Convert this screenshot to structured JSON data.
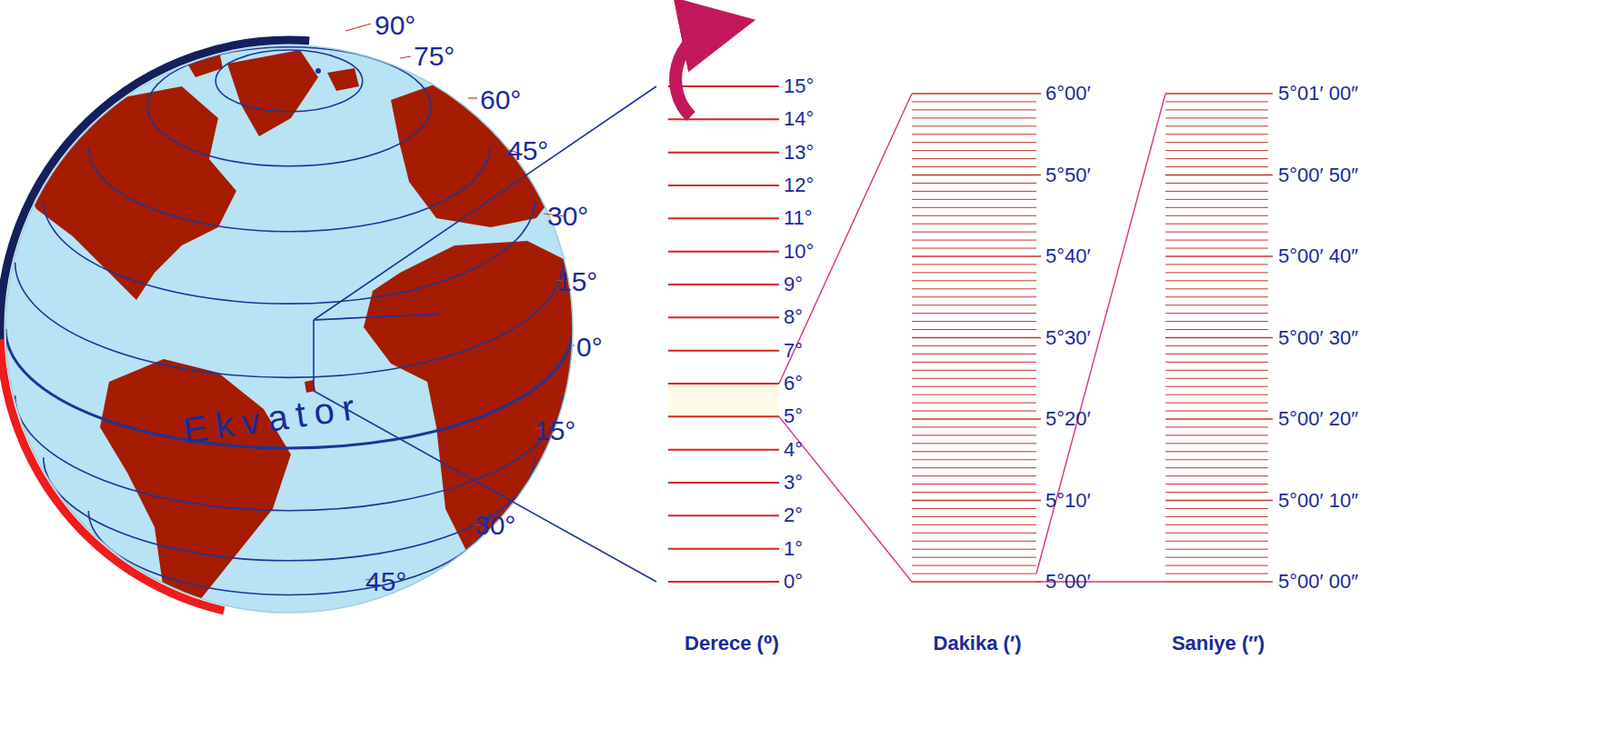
{
  "diagram": {
    "labels": [
      "90°",
      "75°",
      "60°",
      "45°",
      "30°",
      "15°",
      "0°",
      "15°",
      "30°",
      "45°",
      "Ekvator",
      "0°",
      "1°",
      "2°",
      "3°",
      "4°",
      "5°",
      "6°",
      "7°",
      "8°",
      "9°",
      "10°",
      "11°",
      "12°",
      "13°",
      "14°",
      "15°",
      "5°00′",
      "5°10′",
      "5°20′",
      "5°30′",
      "5°40′",
      "5°50′",
      "6°00′",
      "5°00′ 00″",
      "5°00′ 10″",
      "5°00′ 20″",
      "5°00′ 30″",
      "5°00′ 40″",
      "5°00′ 50″",
      "5°01′ 00″",
      "Derece (⁰)",
      "Dakika (′)",
      "Saniye (″)"
    ]
  }
}
